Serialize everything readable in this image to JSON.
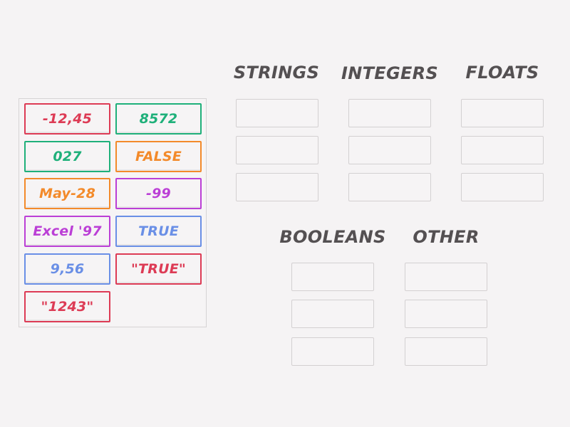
{
  "colors": {
    "background": "#f5f3f4",
    "heading": "#545052",
    "slot_border": "#d3d0d1",
    "tray_border": "#d6d3d4",
    "red": "#dd3b55",
    "green": "#1fb07a",
    "orange": "#f38a2a",
    "purple": "#bb3fd6",
    "blue": "#6a8fe6"
  },
  "tray": {
    "cards": [
      {
        "label": "-12,45",
        "color": "#dd3b55"
      },
      {
        "label": "8572",
        "color": "#1fb07a"
      },
      {
        "label": "027",
        "color": "#1fb07a"
      },
      {
        "label": "FALSE",
        "color": "#f38a2a"
      },
      {
        "label": "May-28",
        "color": "#f38a2a"
      },
      {
        "label": "-99",
        "color": "#bb3fd6"
      },
      {
        "label": "Excel '97",
        "color": "#bb3fd6"
      },
      {
        "label": "TRUE",
        "color": "#6a8fe6"
      },
      {
        "label": "9,56",
        "color": "#6a8fe6"
      },
      {
        "label": "\"TRUE\"",
        "color": "#dd3b55"
      },
      {
        "label": "\"1243\"",
        "color": "#dd3b55"
      }
    ]
  },
  "groups": [
    {
      "title": "STRINGS",
      "slots": 3
    },
    {
      "title": "INTEGERS",
      "slots": 3
    },
    {
      "title": "FLOATS",
      "slots": 3
    },
    {
      "title": "BOOLEANS",
      "slots": 3
    },
    {
      "title": "OTHER",
      "slots": 3
    }
  ]
}
